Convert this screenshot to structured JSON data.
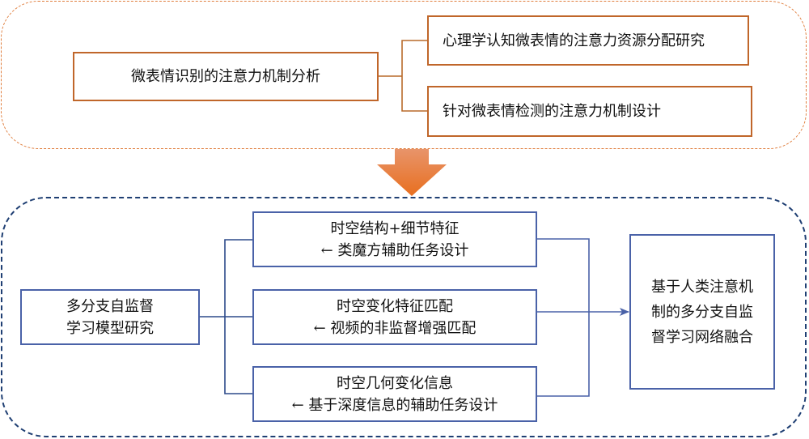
{
  "colors": {
    "top_frame": "#e07f3f",
    "top_box_border": "#c0662a",
    "bottom_frame": "#1f3f73",
    "bottom_box_border": "#4a62a8",
    "arrow_fill": "#e9792f"
  },
  "top_section": {
    "main_box": {
      "text": "微表情识别的注意力机制分析"
    },
    "sub_boxes": [
      {
        "text": "心理学认知微表情的注意力资源分配研究"
      },
      {
        "text": "针对微表情检测的注意力机制设计"
      }
    ]
  },
  "transition_arrow": {
    "icon": "down-arrow-icon"
  },
  "bottom_section": {
    "left_box": {
      "lines": [
        "多分支自监督",
        "学习模型研究"
      ]
    },
    "middle_boxes": [
      {
        "lines": [
          "时空结构+细节特征",
          "← 类魔方辅助任务设计"
        ]
      },
      {
        "lines": [
          "时空变化特征匹配",
          "← 视频的非监督增强匹配"
        ]
      },
      {
        "lines": [
          "时空几何变化信息",
          "← 基于深度信息的辅助任务设计"
        ]
      }
    ],
    "right_box": {
      "lines": [
        "基于人类注意机",
        "制的多分支自监",
        "督学习网络融合"
      ]
    }
  }
}
